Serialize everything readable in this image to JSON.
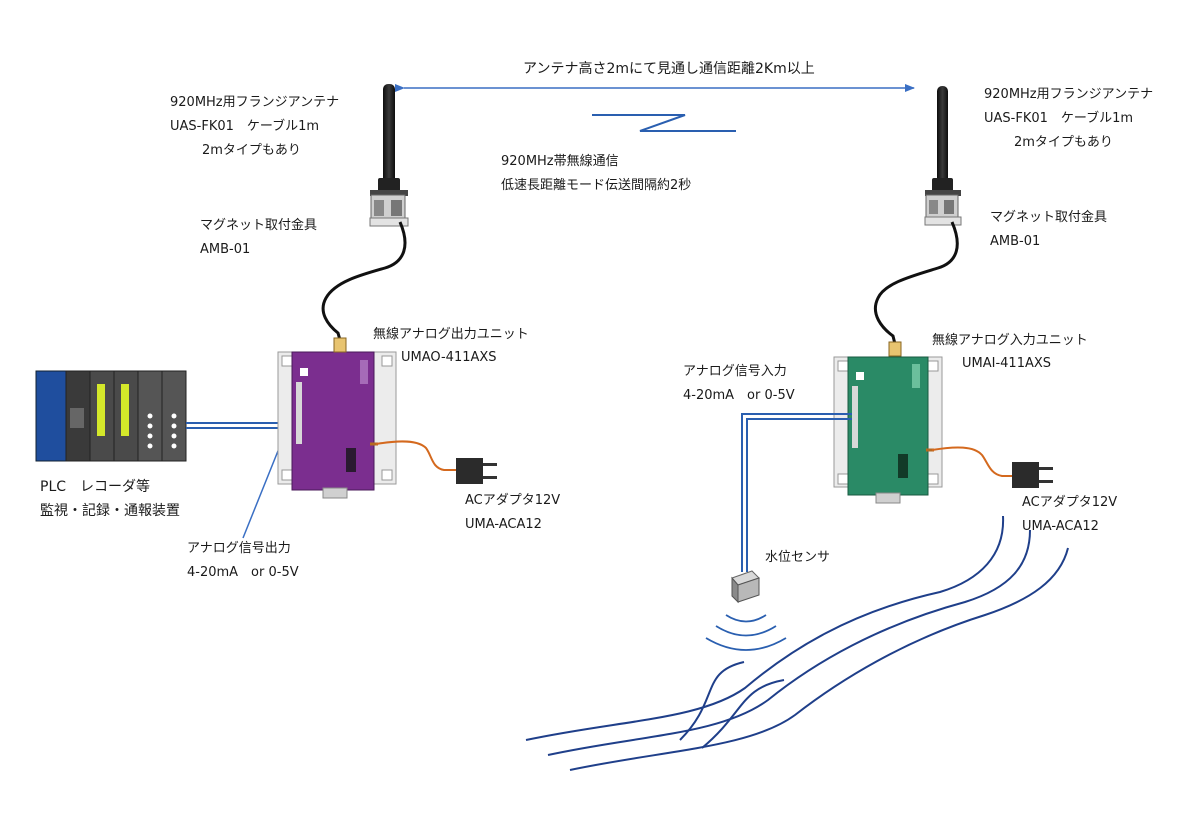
{
  "link": {
    "distance": "アンテナ高さ2mにて見通し通信距離2Km以上",
    "band": "920MHz帯無線通信",
    "mode": "低速長距離モード伝送間隔約2秒"
  },
  "left": {
    "antenna": {
      "line1": "920MHz用フランジアンテナ",
      "line2": "UAS-FK01　ケーブル1m",
      "line3": "2mタイプもあり"
    },
    "mount": {
      "name": "マグネット取付金具",
      "model": "AMB-01"
    },
    "unit": {
      "name": "無線アナログ出力ユニット",
      "model": "UMAO-411AXS",
      "color": "#7b2e8f"
    },
    "adapter": {
      "name": "ACアダプタ12V",
      "model": "UMA-ACA12"
    },
    "signal": {
      "name": "アナログ信号出力",
      "range": "4-20mA　or  0-5V"
    },
    "plc": {
      "line1": "PLC　レコーダ等",
      "line2": "監視・記録・通報装置"
    }
  },
  "right": {
    "antenna": {
      "line1": "920MHz用フランジアンテナ",
      "line2": "UAS-FK01　ケーブル1m",
      "line3": "2mタイプもあり"
    },
    "mount": {
      "name": "マグネット取付金具",
      "model": "AMB-01"
    },
    "unit": {
      "name": "無線アナログ入力ユニット",
      "model": "UMAI-411AXS",
      "color": "#2a8a66"
    },
    "adapter": {
      "name": "ACアダプタ12V",
      "model": "UMA-ACA12"
    },
    "signal": {
      "name": "アナログ信号入力",
      "range": "4-20mA　or  0-5V"
    },
    "sensor": {
      "name": "水位センサ"
    }
  },
  "colors": {
    "cable_blue": "#2a5fb0",
    "arrow_blue": "#3a6fc4",
    "power_orange": "#d4691e",
    "antenna": "#1e1e1e"
  }
}
